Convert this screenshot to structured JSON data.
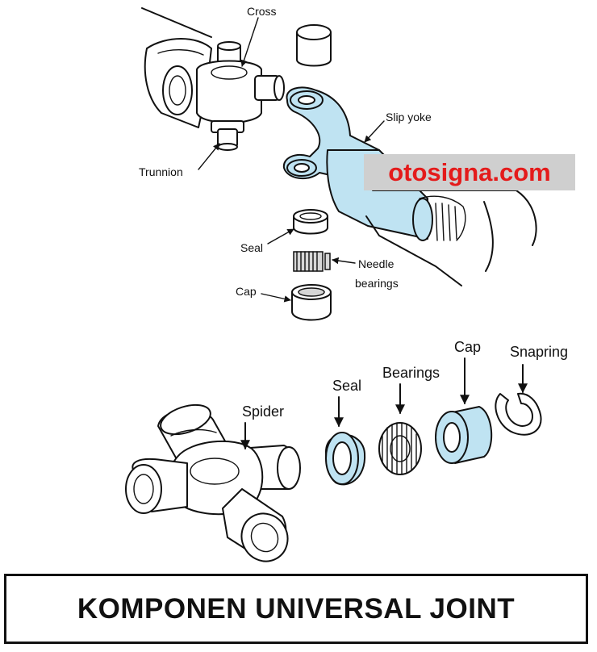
{
  "watermark": "otosigna.com",
  "title": "KOMPONEN UNIVERSAL JOINT",
  "top_labels": {
    "cross": "Cross",
    "slip_yoke": "Slip yoke",
    "trunnion": "Trunnion",
    "seal": "Seal",
    "needle_bearings_line1": "Needle",
    "needle_bearings_line2": "bearings",
    "cap": "Cap"
  },
  "bottom_labels": {
    "spider": "Spider",
    "seal": "Seal",
    "bearings": "Bearings",
    "cap": "Cap",
    "snapring": "Snapring"
  },
  "colors": {
    "highlight": "#bfe3f2",
    "watermark_text": "#e41b1b",
    "watermark_bg": "#cfcfcf"
  }
}
